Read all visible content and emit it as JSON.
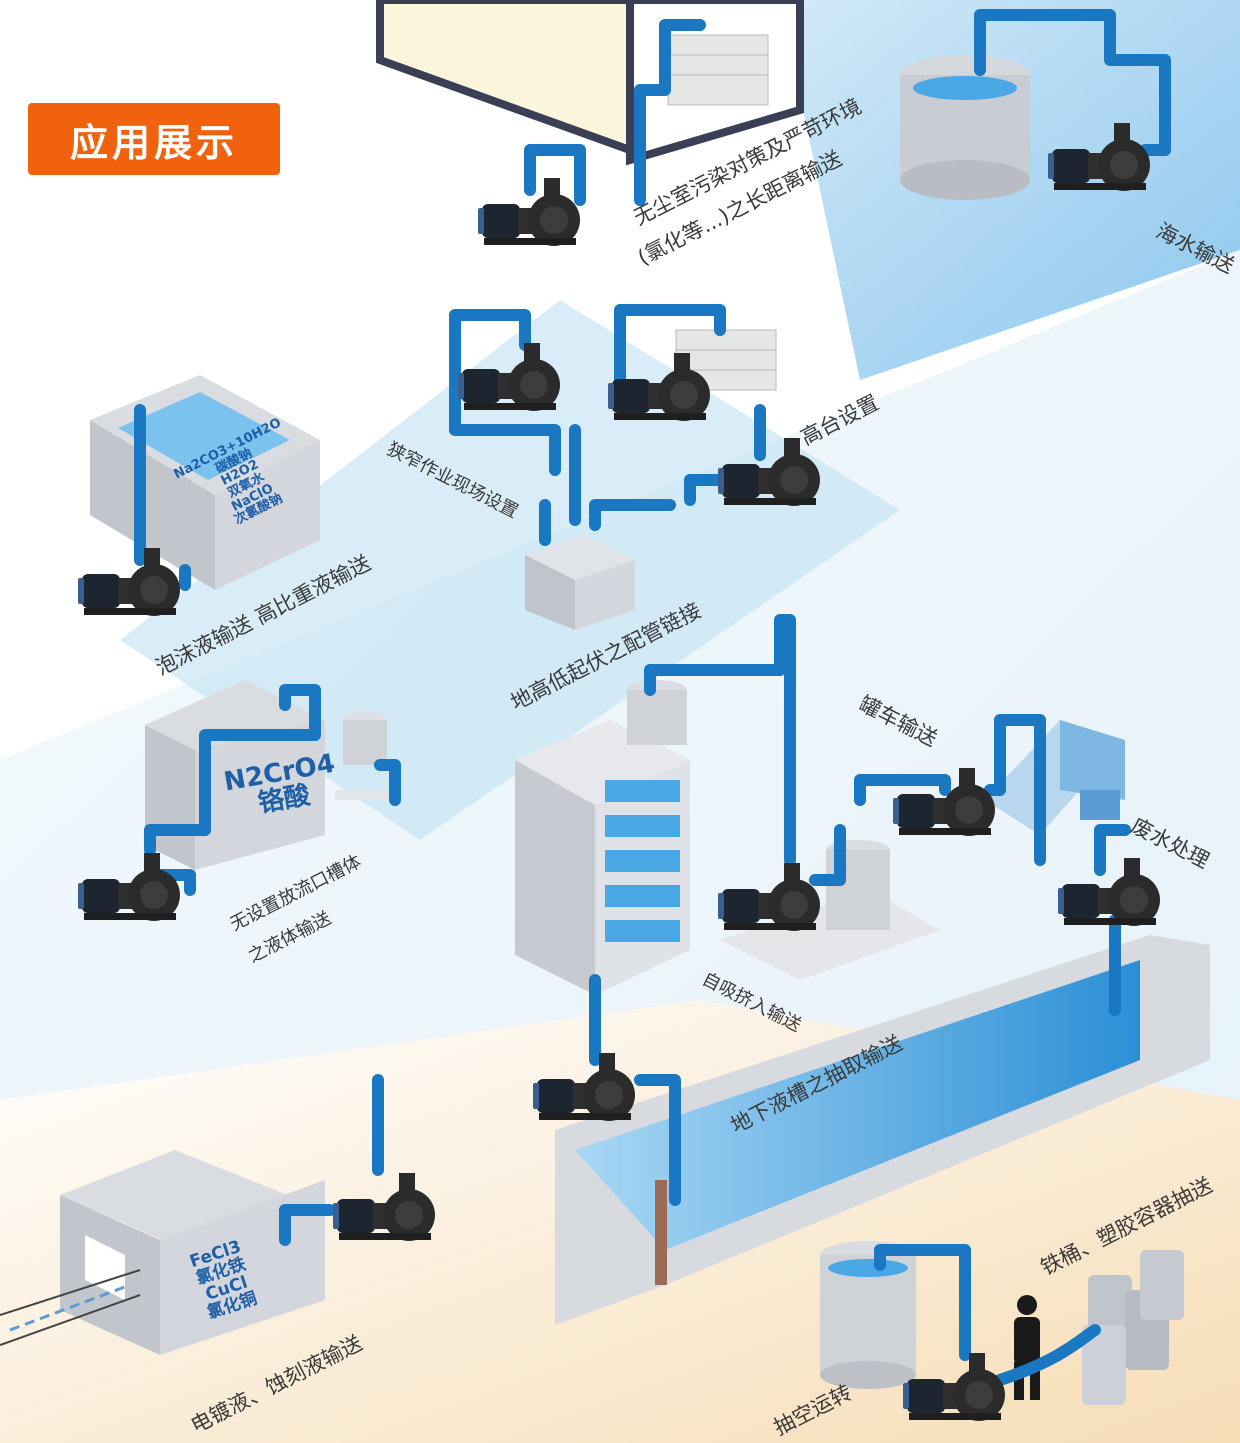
{
  "header": {
    "badge": "应用展示"
  },
  "scenes": {
    "cleanroom": "无尘室污染对策及严苛环境",
    "cleanroom_2": "(氯化等...)之长距离输送",
    "seawater": "海水输送",
    "high_platform": "高台设置",
    "narrow_site": "狭窄作业现场设置",
    "foam_transfer": "泡沫液输送 高比重液输送",
    "uneven_piping": "地高低起伏之配管链接",
    "tanker_transfer": "罐车输送",
    "wastewater": "废水处理",
    "no_drain_tank": "无设置放流口槽体",
    "no_drain_tank_2": "之液体输送",
    "self_priming": "自吸挤入输送",
    "underground_tank": "地下液槽之抽取输送",
    "drum_transfer": "铁桶、塑胶容器抽送",
    "plating_etching": "电镀液、蚀刻液输送",
    "dry_run": "抽空运转"
  },
  "chemicals": {
    "foam_tank": [
      "Na2CO3+10H2O",
      "碳酸钠",
      "H2O2",
      "双氧水",
      "NaClO",
      "次氯酸钠"
    ],
    "chromic_tank": [
      "N2CrO4",
      "铬酸"
    ],
    "etch_tank": [
      "FeCl3",
      "氯化铁",
      "CuCl",
      "氯化铜"
    ]
  },
  "colors": {
    "badge": "#f0620e",
    "pipe": "#1a78c2",
    "pump": "#2b2b2b",
    "tank_gray": "#c9ccd2",
    "liquid": "#4aa8e6",
    "floor_blue": "#d6ebf7",
    "floor_sand": "#f6e3c6"
  }
}
